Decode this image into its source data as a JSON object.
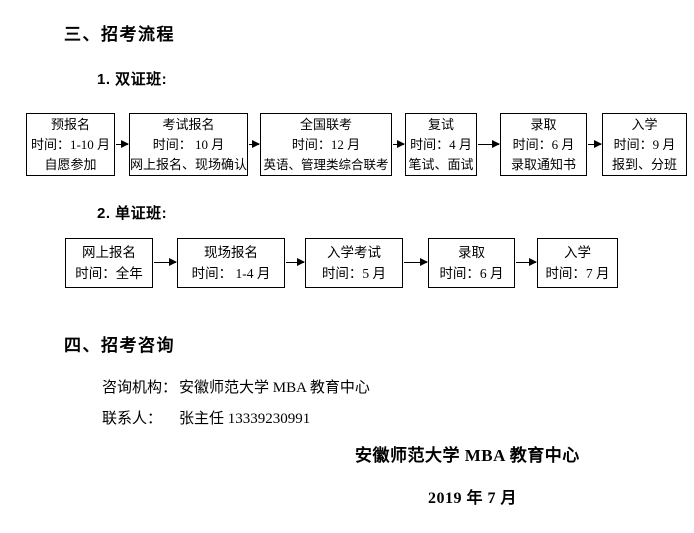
{
  "sections": {
    "recruit_process": {
      "heading": "三、招考流程",
      "dual_class_label": "1. 双证班:",
      "single_class_label": "2. 单证班:"
    },
    "consultation": {
      "heading": "四、招考咨询",
      "agency_label": "咨询机构：",
      "agency_value": "安徽师范大学 MBA 教育中心",
      "contact_label": "联系人：",
      "contact_value": "张主任 13339230991"
    }
  },
  "flow_dual": {
    "steps": [
      {
        "title": "预报名",
        "time": "时间：1-10 月",
        "note": "自愿参加"
      },
      {
        "title": "考试报名",
        "time": "时间： 10 月",
        "note": "网上报名、现场确认"
      },
      {
        "title": "全国联考",
        "time": "时间：12 月",
        "note": "英语、管理类综合联考"
      },
      {
        "title": "复试",
        "time": "时间：4 月",
        "note": "笔试、面试"
      },
      {
        "title": "录取",
        "time": "时间：6 月",
        "note": "录取通知书"
      },
      {
        "title": "入学",
        "time": "时间：9 月",
        "note": "报到、分班"
      }
    ]
  },
  "flow_single": {
    "steps": [
      {
        "title": "网上报名",
        "time": "时间：全年"
      },
      {
        "title": "现场报名",
        "time": "时间： 1-4 月"
      },
      {
        "title": "入学考试",
        "time": "时间：5 月"
      },
      {
        "title": "录取",
        "time": "时间：6 月"
      },
      {
        "title": "入学",
        "time": "时间：7 月"
      }
    ]
  },
  "footer": {
    "org": "安徽师范大学 MBA 教育中心",
    "date": "2019 年 7 月"
  },
  "colors": {
    "text": "#000000",
    "background": "#ffffff",
    "box_border": "#000000"
  }
}
